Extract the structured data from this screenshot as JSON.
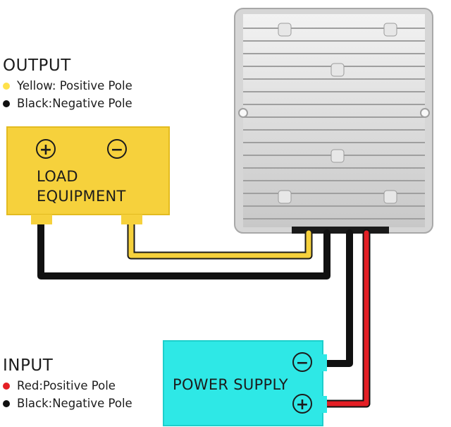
{
  "output": {
    "heading": "OUTPUT",
    "items": [
      {
        "color": "#ffe14a",
        "text": "Yellow: Positive Pole"
      },
      {
        "color": "#111111",
        "text": "Black:Negative Pole"
      }
    ]
  },
  "input": {
    "heading": "INPUT",
    "items": [
      {
        "color": "#e41f25",
        "text": "Red:Positive Pole"
      },
      {
        "color": "#111111",
        "text": "Black:Negative Pole"
      }
    ]
  },
  "load": {
    "line1": "LOAD",
    "line2": "EQUIPMENT",
    "plus": "+",
    "minus": "−",
    "color": "#f6d13c"
  },
  "power": {
    "label": "POWER SUPPLY",
    "plus": "+",
    "minus": "−",
    "color": "#2ee8e6"
  },
  "wires": {
    "yellow": "#f6d13c",
    "black": "#111111",
    "red": "#e41f25"
  },
  "converter": {
    "body": "#e2e2e2",
    "fin": "#c9c9c9"
  }
}
